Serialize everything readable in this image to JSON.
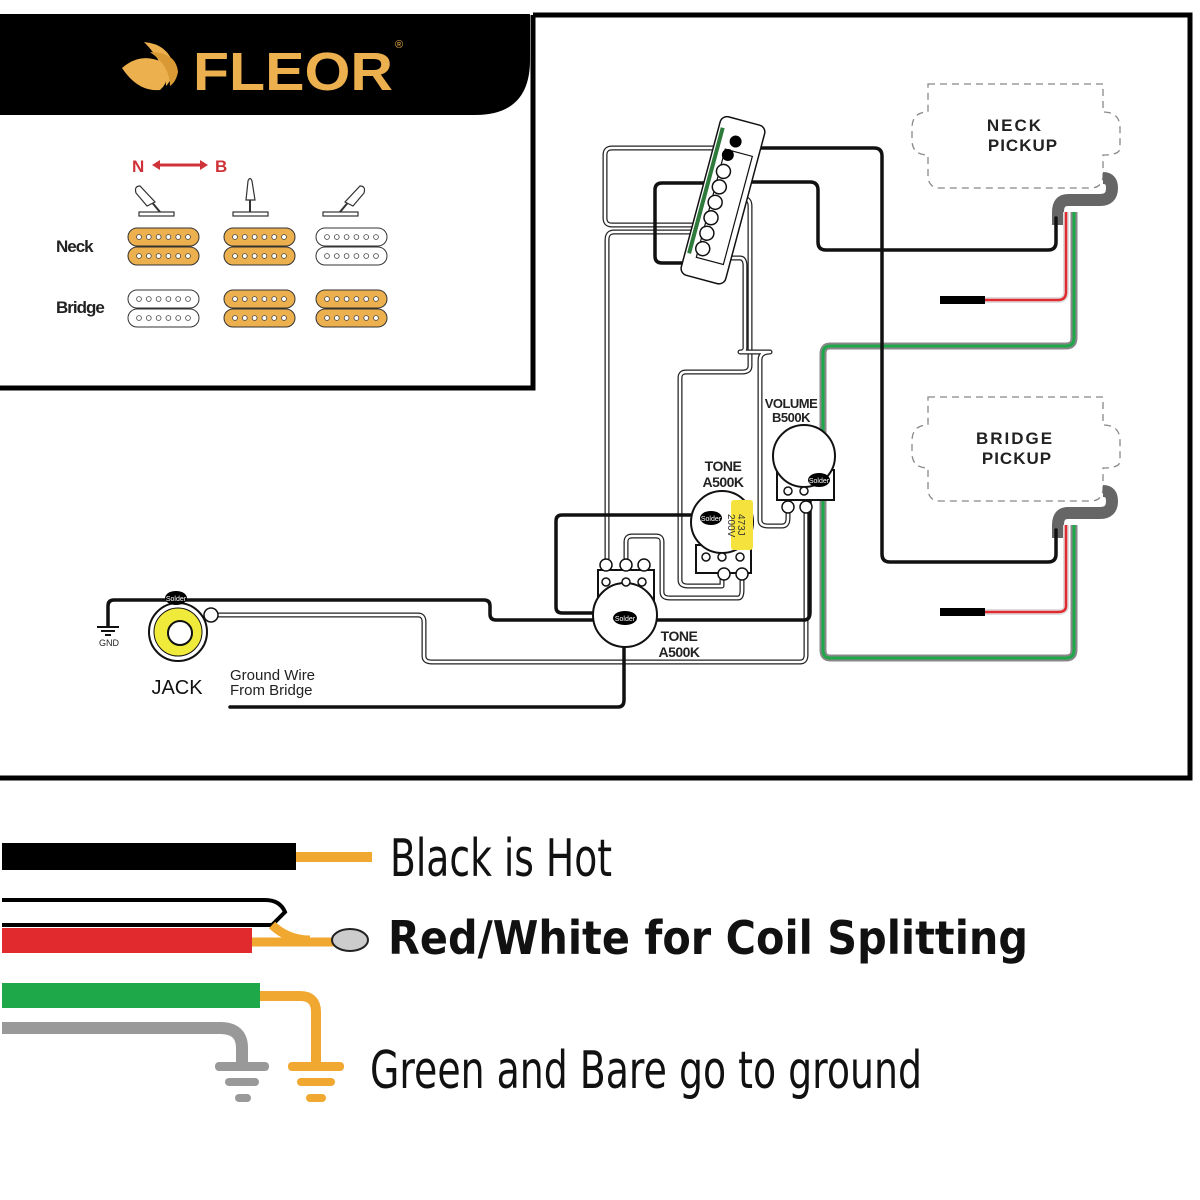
{
  "brand": {
    "name": "FLEOR",
    "registered": "®",
    "color": "#EDB04E"
  },
  "selector_chart": {
    "direction_left": "N",
    "direction_right": "B",
    "direction_color": "#D0323A",
    "rows": [
      {
        "label": "Neck",
        "active": [
          true,
          true,
          false
        ]
      },
      {
        "label": "Bridge",
        "active": [
          false,
          true,
          true
        ]
      }
    ],
    "positions": [
      "neck",
      "middle",
      "bridge"
    ]
  },
  "diagram": {
    "neck_pickup": [
      "NECK",
      "PICKUP"
    ],
    "bridge_pickup": [
      "BRIDGE",
      "PICKUP"
    ],
    "volume_pot": [
      "VOLUME",
      "B500K"
    ],
    "tone_pot_1": [
      "TONE",
      "A500K"
    ],
    "tone_pot_2": [
      "TONE",
      "A500K"
    ],
    "capacitor": [
      "473J",
      "200V"
    ],
    "capacitor_color": "#F5E23C",
    "solder_label": "Solder",
    "jack_label": "JACK",
    "gnd_label": "GND",
    "ground_wire_label": [
      "Ground Wire",
      "From Bridge"
    ],
    "wire_colors": {
      "hot": "#111111",
      "red": "#E02A2E",
      "green": "#1FA84A",
      "bare": "#999999"
    }
  },
  "legend": {
    "items": [
      {
        "text": "Black is Hot"
      },
      {
        "text": "Red/White for Coil Splitting"
      },
      {
        "text": "Green and Bare go to ground"
      }
    ],
    "lead_color": "#F0A830"
  }
}
